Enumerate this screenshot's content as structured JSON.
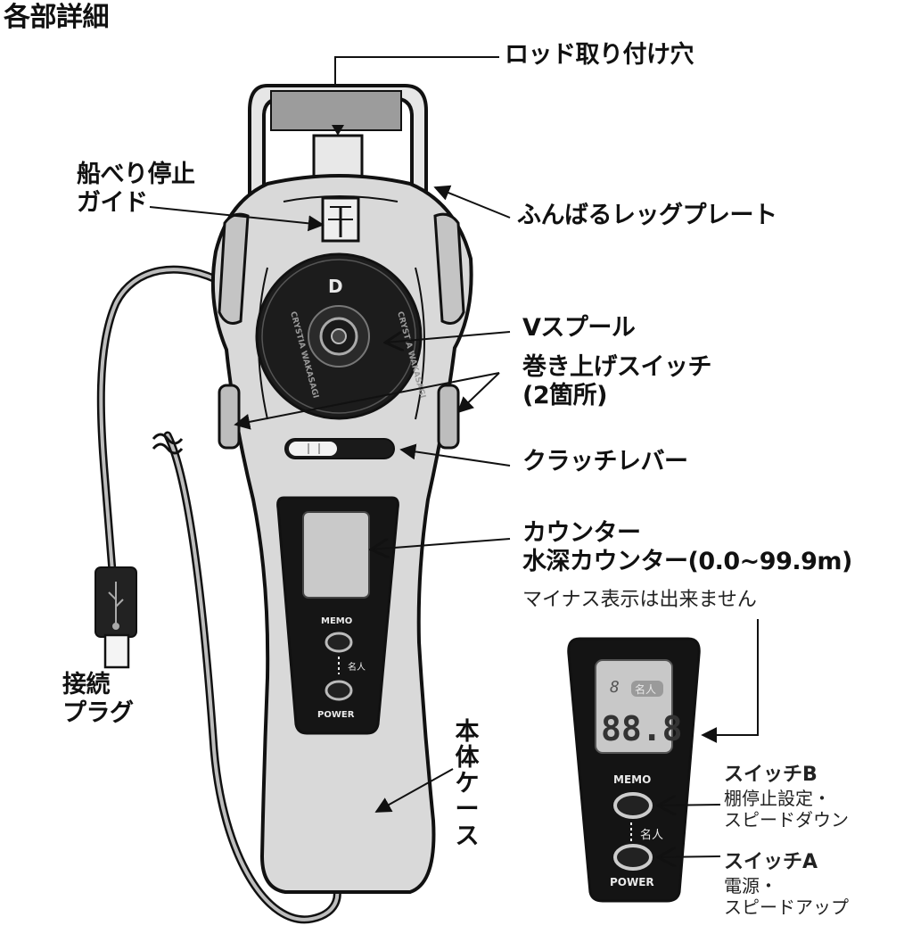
{
  "title": "各部詳細",
  "labels": {
    "rod_hole": "ロッド取り付け穴",
    "guide_line1": "船べり停止",
    "guide_line2": "ガイド",
    "leg_plate": "ふんばるレッグプレート",
    "spool": "Vスプール",
    "switch_line1": "巻き上げスイッチ",
    "switch_line2": "(2箇所)",
    "clutch": "クラッチレバー",
    "counter_line1": "カウンター",
    "counter_line2": "水深カウンター(0.0~99.9m)",
    "counter_note": "マイナス表示は出来ません",
    "plug_line1": "接続",
    "plug_line2": "プラグ",
    "body_chars": [
      "本",
      "体",
      "ケ",
      "ー",
      "ス"
    ]
  },
  "switch_b": {
    "title": "スイッチB",
    "desc_line1": "棚停止設定・",
    "desc_line2": "スピードダウン"
  },
  "switch_a": {
    "title": "スイッチA",
    "desc_line1": "電源・",
    "desc_line2": "スピードアップ"
  },
  "device": {
    "brand": "D",
    "spool_text_left": "CRYSTIA WAKASAGI",
    "spool_text_right": "CRYSTIA WAKASAGI",
    "memo_label": "MEMO",
    "power_label": "POWER",
    "meijin_label": "名人",
    "lcd_small_digit": "8",
    "lcd_badge": "名人",
    "lcd_digits": "88.8"
  },
  "colors": {
    "line": "#111111",
    "body_gray": "#d9d9d9",
    "panel_black": "#141414",
    "lcd_gray": "#c8c8c8"
  }
}
